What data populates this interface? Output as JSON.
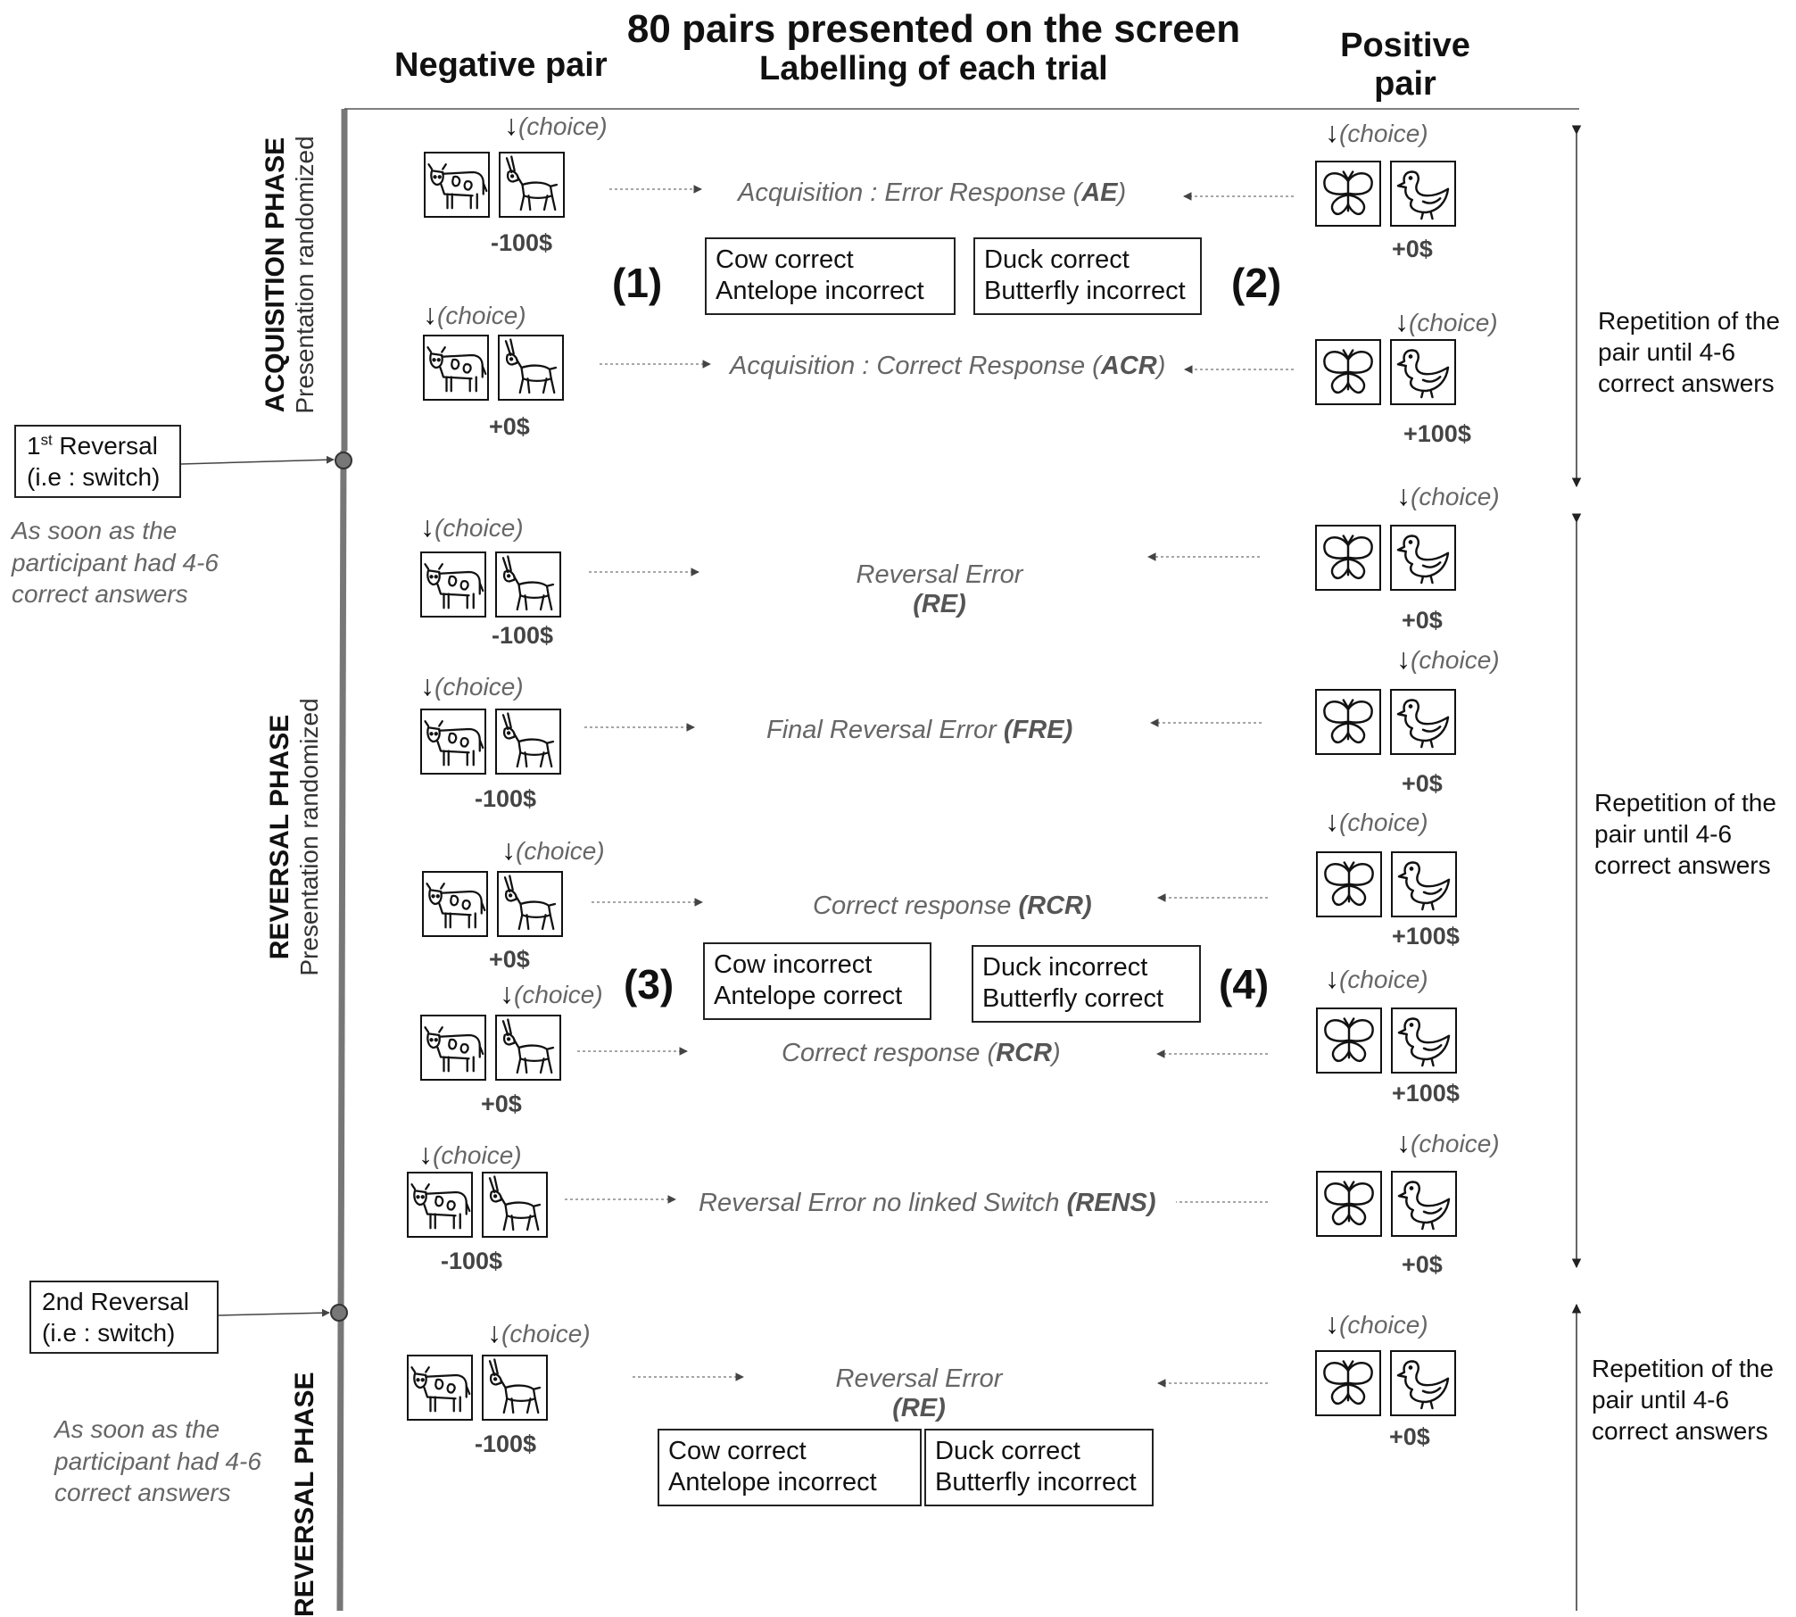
{
  "header": {
    "title": "80 pairs presented on the screen",
    "negative": "Negative pair",
    "labelling": "Labelling of each trial",
    "positive": "Positive pair"
  },
  "phases": {
    "acquisition": {
      "title": "ACQUISITION PHASE",
      "sub": "Presentation randomized"
    },
    "reversal": {
      "title": "REVERSAL PHASE",
      "sub": "Presentation randomized"
    },
    "reversal2": {
      "title": "REVERSAL PHASE"
    }
  },
  "reversals": {
    "first": {
      "ord": "1",
      "sup": "st",
      "word": "Reversal",
      "line2": "(i.e : switch)"
    },
    "second": {
      "line1": "2nd Reversal",
      "line2": "(i.e : switch)"
    },
    "note": "As soon as the\nparticipant had 4-6\ncorrect answers"
  },
  "repetition": "Repetition of the\npair until 4-6\ncorrect answers",
  "choice": "(choice)",
  "trials": {
    "ae": {
      "pre": "Acquisition : Error Response (",
      "code": "AE",
      "post": ")",
      "neg_reward": "-100$",
      "pos_reward": "+0$"
    },
    "acr": {
      "pre": "Acquisition : Correct Response (",
      "code": "ACR",
      "post": ")",
      "neg_reward": "+0$",
      "pos_reward": "+100$"
    },
    "re": {
      "pre": "Reversal Error",
      "code": "(RE)",
      "neg_reward": "-100$",
      "pos_reward": "+0$"
    },
    "fre": {
      "pre": "Final Reversal Error ",
      "code": "(FRE)",
      "neg_reward": "-100$",
      "pos_reward": "+0$"
    },
    "rcr1": {
      "pre": "Correct response ",
      "code": "(RCR)",
      "neg_reward": "+0$",
      "pos_reward": "+100$"
    },
    "rcr2": {
      "pre": "Correct response (",
      "code": "RCR",
      "post": ")",
      "neg_reward": "+0$",
      "pos_reward": "+100$"
    },
    "rens": {
      "pre": "Reversal Error no linked Switch ",
      "code": "(RENS)",
      "neg_reward": "-100$",
      "pos_reward": "+0$"
    },
    "re2": {
      "pre": "Reversal Error",
      "code": "(RE)",
      "neg_reward": "-100$",
      "pos_reward": "+0$"
    }
  },
  "boxes": {
    "b1": {
      "l1": "Cow correct",
      "l2": "Antelope incorrect"
    },
    "b2": {
      "l1": "Duck correct",
      "l2": "Butterfly incorrect"
    },
    "b3": {
      "l1": "Cow incorrect",
      "l2": "Antelope correct"
    },
    "b4": {
      "l1": "Duck incorrect",
      "l2": "Butterfly correct"
    },
    "b5": {
      "l1": "Cow correct",
      "l2": "Antelope incorrect"
    },
    "b6": {
      "l1": "Duck correct",
      "l2": "Butterfly incorrect"
    }
  },
  "numbers": {
    "n1": "(1)",
    "n2": "(2)",
    "n3": "(3)",
    "n4": "(4)"
  },
  "icons": [
    "cow-icon",
    "antelope-icon",
    "butterfly-icon",
    "duck-icon"
  ],
  "colors": {
    "timeline": "#777777",
    "dotted": "#888888",
    "label": "#666666"
  }
}
